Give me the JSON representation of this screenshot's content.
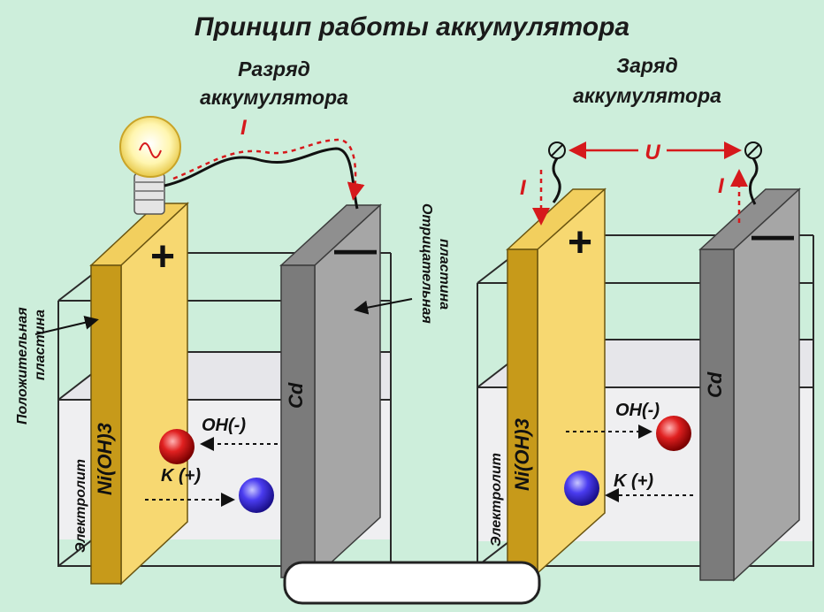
{
  "title": "Принцип работы аккумулятора",
  "discharge": {
    "label_line1": "Разряд",
    "label_line2": "аккумулятора",
    "current": "I",
    "positive_plate": "Ni(OH)3",
    "negative_plate": "Cd",
    "plus_sign": "+",
    "minus_sign": "—",
    "ion_oh": "OH(-)",
    "ion_k": "K (+)",
    "electrolyte": "Электролит",
    "positive_label_line1": "Положительная",
    "positive_label_line2": "пластина",
    "negative_label_line1": "Отрицательная",
    "negative_label_line2": "пластина"
  },
  "charge": {
    "label_line1": "Заряд",
    "label_line2": "аккумулятора",
    "voltage": "U",
    "current_left": "I",
    "current_right": "I",
    "positive_plate": "Ni(OH)3",
    "negative_plate": "Cd",
    "plus_sign": "+",
    "minus_sign": "—",
    "ion_oh": "OH(-)",
    "ion_k": "K (+)",
    "electrolyte": "Электролит"
  },
  "colors": {
    "background": "#cdeedb",
    "positive_plate": "#f7d871",
    "positive_edge": "#c79a1a",
    "negative_plate": "#9e9e9e",
    "negative_edge": "#7b7b7b",
    "electrolyte": "#efeff1",
    "current_arrow": "#d6191c",
    "oh_ion": "#c81212",
    "k_ion": "#3a2fe0"
  }
}
